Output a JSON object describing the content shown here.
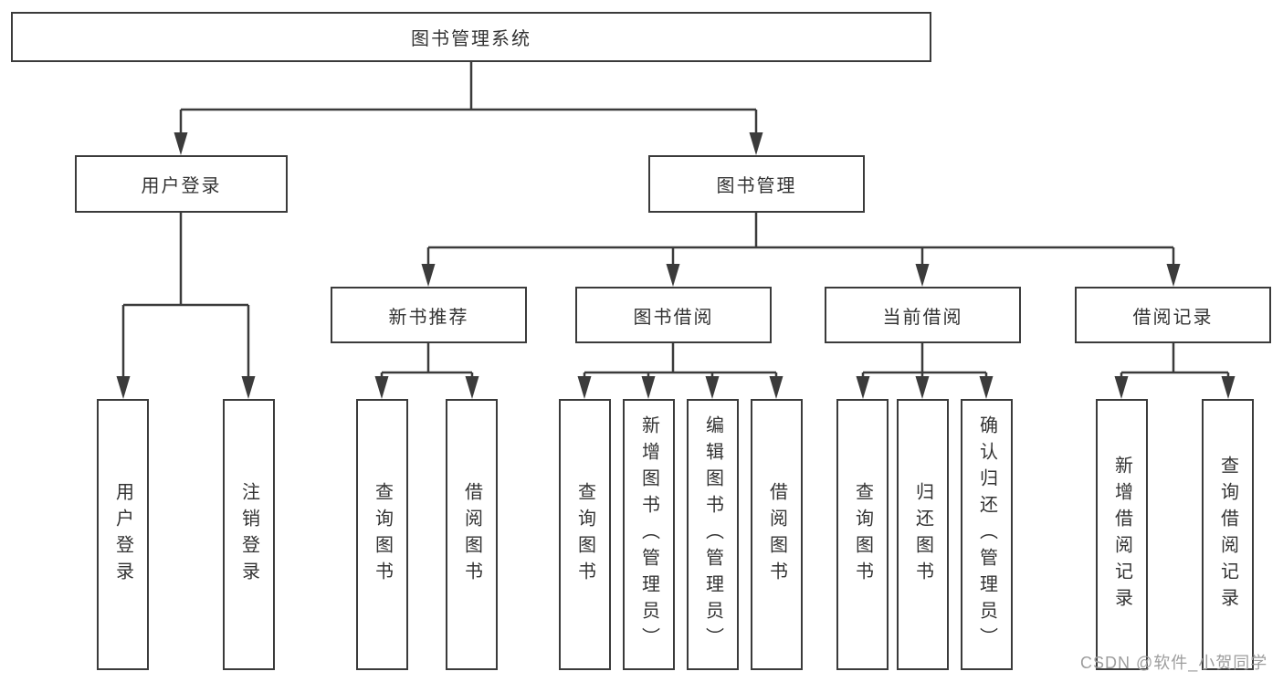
{
  "diagram": {
    "root": {
      "label": "图书管理系统"
    },
    "level2": [
      {
        "label": "用户登录"
      },
      {
        "label": "图书管理"
      }
    ],
    "level3": [
      {
        "label": "新书推荐"
      },
      {
        "label": "图书借阅"
      },
      {
        "label": "当前借阅"
      },
      {
        "label": "借阅记录"
      }
    ],
    "leaves": [
      {
        "label": "用户登录"
      },
      {
        "label": "注销登录"
      },
      {
        "label": "查询图书"
      },
      {
        "label": "借阅图书"
      },
      {
        "label": "查询图书"
      },
      {
        "label": "新增图书（管理员）"
      },
      {
        "label": "编辑图书（管理员）"
      },
      {
        "label": "借阅图书"
      },
      {
        "label": "查询图书"
      },
      {
        "label": "归还图书"
      },
      {
        "label": "确认归还（管理员）"
      },
      {
        "label": "新增借阅记录"
      },
      {
        "label": "查询借阅记录"
      }
    ],
    "watermark": "CSDN @软件_小贺同学",
    "colors": {
      "line": "#3b3b3b",
      "text": "#333333",
      "watermark": "#9d9d9d",
      "background": "#ffffff"
    }
  }
}
